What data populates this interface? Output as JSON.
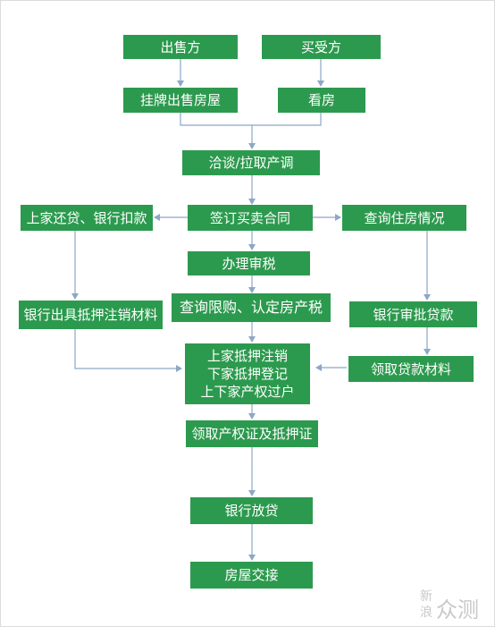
{
  "colors": {
    "node_fill": "#2c9a4e",
    "node_text": "#ffffff",
    "connector": "#8ca7c7",
    "background": "#ffffff"
  },
  "nodes": {
    "seller": "出售方",
    "buyer": "买受方",
    "list_property": "挂牌出售房屋",
    "view_property": "看房",
    "negotiate": "洽谈/拉取产调",
    "repay_loan": "上家还贷、银行扣款",
    "sign_contract": "签订买卖合同",
    "check_housing": "查询住房情况",
    "handle_tax": "办理审税",
    "bank_release_docs": "银行出具抵押注销材料",
    "check_purchase_limit": "查询限购、认定房产税",
    "bank_loan_approval": "银行审批贷款",
    "transfer_lines": [
      "上家抵押注销",
      "下家抵押登记",
      "上下家产权过户"
    ],
    "collect_loan_docs": "领取贷款材料",
    "collect_certificates": "领取产权证及抵押证",
    "bank_disburse": "银行放贷",
    "handover": "房屋交接"
  },
  "watermark": {
    "char1": "新",
    "char2": "浪",
    "char3": "众测"
  }
}
